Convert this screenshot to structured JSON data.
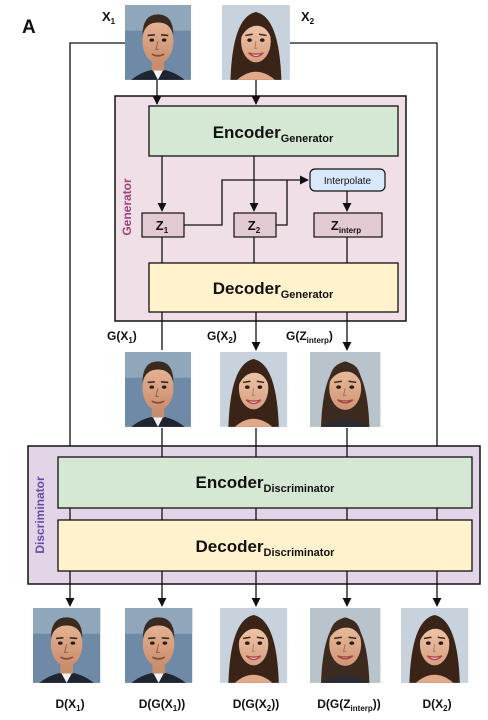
{
  "panel_label": "A",
  "inputs": {
    "x1": "X",
    "x1_sub": "1",
    "x2": "X",
    "x2_sub": "2"
  },
  "generator": {
    "side_label": "Generator",
    "encoder_main": "Encoder",
    "encoder_sub": "Generator",
    "decoder_main": "Decoder",
    "decoder_sub": "Generator",
    "z1": "Z",
    "z1_sub": "1",
    "z2": "Z",
    "z2_sub": "2",
    "zi": "Z",
    "zi_sub": "interp",
    "interpolate": "Interpolate",
    "colors": {
      "outer": "#f0dfe6",
      "side_label": "#a0447a",
      "encoder": "#d5e8d4",
      "decoder": "#fff2cc",
      "z_box": "#e2cad2",
      "interp_box": "#dae8fc"
    }
  },
  "gen_outputs": {
    "g1_a": "G(X",
    "g1_sub": "1",
    "g1_b": ")",
    "g2_a": "G(X",
    "g2_sub": "2",
    "g2_b": ")",
    "gi_a": "G(Z",
    "gi_sub": "interp",
    "gi_b": ")"
  },
  "discriminator": {
    "side_label": "Discriminator",
    "encoder_main": "Encoder",
    "encoder_sub": "Discriminator",
    "decoder_main": "Decoder",
    "decoder_sub": "Discriminator",
    "colors": {
      "outer": "#e1d5e7",
      "side_label": "#6a4aa8",
      "encoder": "#d5e8d4",
      "decoder": "#fff2cc"
    }
  },
  "outputs": {
    "o1_a": "D(X",
    "o1_sub": "1",
    "o1_b": ")",
    "o2_a": "D(G(X",
    "o2_sub": "1",
    "o2_b": "))",
    "o3_a": "D(G(X",
    "o3_sub": "2",
    "o3_b": "))",
    "o4_a": "D(G(Z",
    "o4_sub": "interp",
    "o4_b": "))",
    "o5_a": "D(X",
    "o5_sub": "2",
    "o5_b": ")"
  }
}
